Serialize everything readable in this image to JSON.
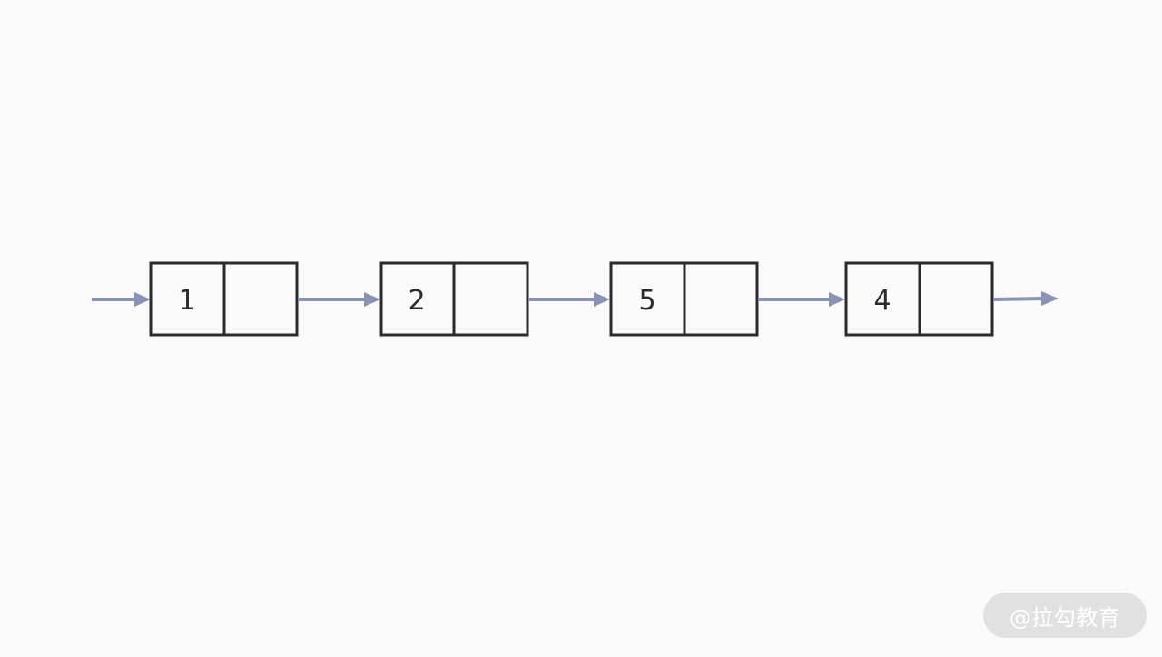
{
  "diagram": {
    "type": "singly-linked-list",
    "nodes": [
      {
        "value": "1"
      },
      {
        "value": "2"
      },
      {
        "value": "5"
      },
      {
        "value": "4"
      }
    ],
    "arrow_color": "#8a93b3",
    "box_color": "#2b2b2b"
  },
  "watermark": {
    "text": "@拉勾教育"
  }
}
